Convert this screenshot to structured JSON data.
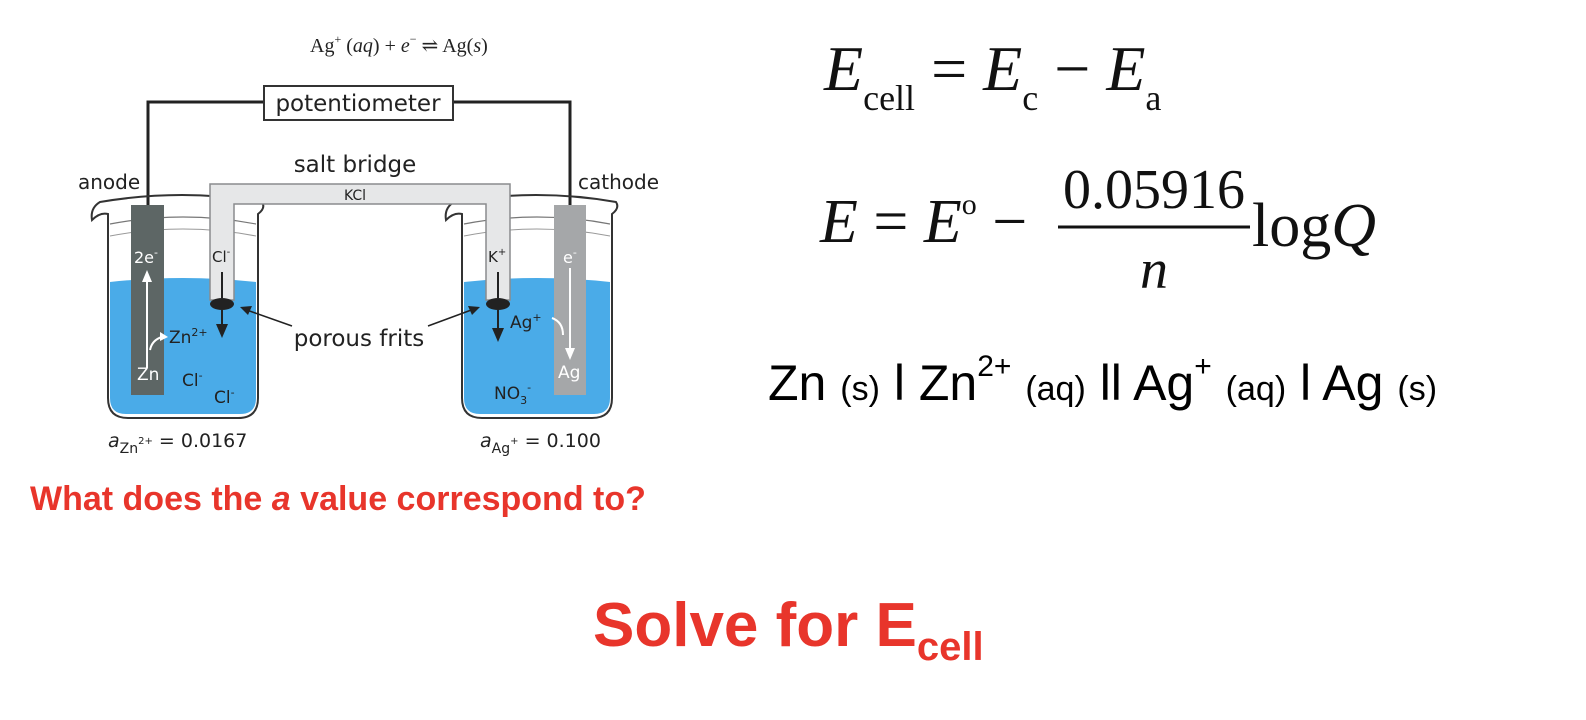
{
  "diagram": {
    "half_reaction": {
      "left": "Ag",
      "left_sup": "+",
      "state_aq": "aq",
      "plus": "+",
      "electron": "e",
      "electron_sup": "−",
      "arrow": "⇌",
      "right": "Ag",
      "state_s": "s"
    },
    "potentiometer_label": "potentiometer",
    "salt_bridge_label": "salt bridge",
    "kcl_label": "KCl",
    "anode_label": "anode",
    "cathode_label": "cathode",
    "porous_frits_label": "porous frits",
    "anode_beaker": {
      "electrons": "2e",
      "electrons_sup": "-",
      "bridge_ion": "Cl",
      "bridge_ion_sup": "-",
      "ion": "Zn",
      "ion_sup": "2+",
      "metal": "Zn",
      "anion1": "Cl",
      "anion1_sup": "-",
      "anion2": "Cl",
      "anion2_sup": "-",
      "activity_symbol": "a",
      "activity_sub": "Zn",
      "activity_sub_sup": "2+",
      "activity_value": "= 0.0167"
    },
    "cathode_beaker": {
      "electrons": "e",
      "electrons_sup": "-",
      "bridge_ion": "K",
      "bridge_ion_sup": "+",
      "ion": "Ag",
      "ion_sup": "+",
      "metal": "Ag",
      "anion": "NO",
      "anion_sub": "3",
      "anion_sup": "-",
      "activity_symbol": "a",
      "activity_sub": "Ag",
      "activity_sub_sup": "+",
      "activity_value": "= 0.100"
    },
    "colors": {
      "solution": "#4aabe8",
      "anode_electrode": "#5d6665",
      "cathode_electrode": "#a5a7a9",
      "bridge": "#e6e7e8",
      "accent_red": "#e8352b"
    }
  },
  "equations": {
    "eq1": {
      "lhs": "E",
      "lhs_sub": "cell",
      "equals": "=",
      "term1": "E",
      "term1_sub": "c",
      "minus": "−",
      "term2": "E",
      "term2_sub": "a"
    },
    "eq2": {
      "lhs": "E",
      "equals": "=",
      "e0": "E",
      "e0_sup": "o",
      "minus": "−",
      "numerator": "0.05916",
      "denominator": "n",
      "log": "log",
      "q": "Q"
    }
  },
  "cell_notation": {
    "anode_metal": "Zn",
    "anode_state": "(s)",
    "bar1": "l",
    "anode_ion": "Zn",
    "anode_ion_sup": "2+",
    "anode_ion_state": "(aq)",
    "double_bar": "ll",
    "cathode_ion": "Ag",
    "cathode_ion_sup": "+",
    "cathode_ion_state": "(aq)",
    "bar2": "l",
    "cathode_metal": "Ag",
    "cathode_state": "(s)"
  },
  "question": {
    "prefix": "What does the ",
    "italic_a": "a",
    "suffix": " value correspond to?"
  },
  "solve": {
    "text": "Solve for E",
    "sub": "cell"
  }
}
